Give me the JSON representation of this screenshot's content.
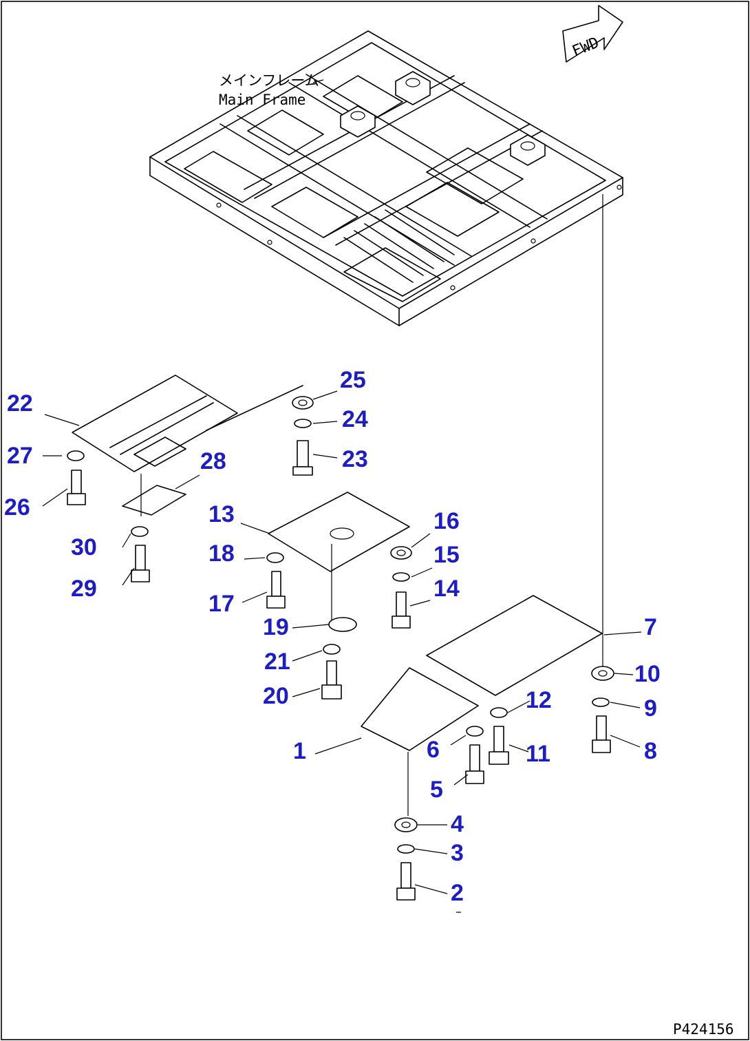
{
  "frame_label": {
    "jp": "メインフレーム",
    "en": "Main Frame"
  },
  "fwd": "FWD",
  "ref_code": "P424156",
  "callouts": [
    {
      "id": "1",
      "label": "1"
    },
    {
      "id": "2",
      "label": "2"
    },
    {
      "id": "3",
      "label": "3"
    },
    {
      "id": "4",
      "label": "4"
    },
    {
      "id": "5",
      "label": "5"
    },
    {
      "id": "6",
      "label": "6"
    },
    {
      "id": "7",
      "label": "7"
    },
    {
      "id": "8",
      "label": "8"
    },
    {
      "id": "9",
      "label": "9"
    },
    {
      "id": "10",
      "label": "10"
    },
    {
      "id": "11",
      "label": "11"
    },
    {
      "id": "12",
      "label": "12"
    },
    {
      "id": "13",
      "label": "13"
    },
    {
      "id": "14",
      "label": "14"
    },
    {
      "id": "15",
      "label": "15"
    },
    {
      "id": "16",
      "label": "16"
    },
    {
      "id": "17",
      "label": "17"
    },
    {
      "id": "18",
      "label": "18"
    },
    {
      "id": "19",
      "label": "19"
    },
    {
      "id": "20",
      "label": "20"
    },
    {
      "id": "21",
      "label": "21"
    },
    {
      "id": "22",
      "label": "22"
    },
    {
      "id": "23",
      "label": "23"
    },
    {
      "id": "24",
      "label": "24"
    },
    {
      "id": "25",
      "label": "25"
    },
    {
      "id": "26",
      "label": "26"
    },
    {
      "id": "27",
      "label": "27"
    },
    {
      "id": "28",
      "label": "28"
    },
    {
      "id": "29",
      "label": "29"
    },
    {
      "id": "30",
      "label": "30"
    }
  ]
}
